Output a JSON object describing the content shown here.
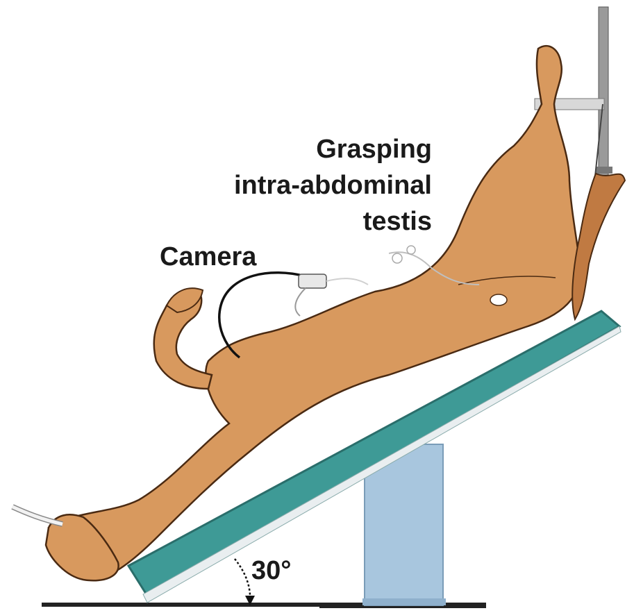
{
  "labels": {
    "grasping_line1": "Grasping",
    "grasping_line2": "intra-abdominal",
    "grasping_line3": "testis",
    "camera": "Camera",
    "angle": "30°"
  },
  "colors": {
    "horse_body": "#d8995e",
    "horse_outline": "#4a2a12",
    "table_top": "#3e9a96",
    "table_edge": "#2a6e6b",
    "pedestal": "#a8c6de",
    "floor": "#222222",
    "cable": "#111111",
    "instrument": "#cfcfcf"
  },
  "diagram": {
    "table_tilt_degrees": 30,
    "icons": [
      "horse-figure",
      "surgical-table",
      "camera-cable",
      "laparoscopic-instrument",
      "leg-hoist",
      "angle-arc"
    ]
  }
}
